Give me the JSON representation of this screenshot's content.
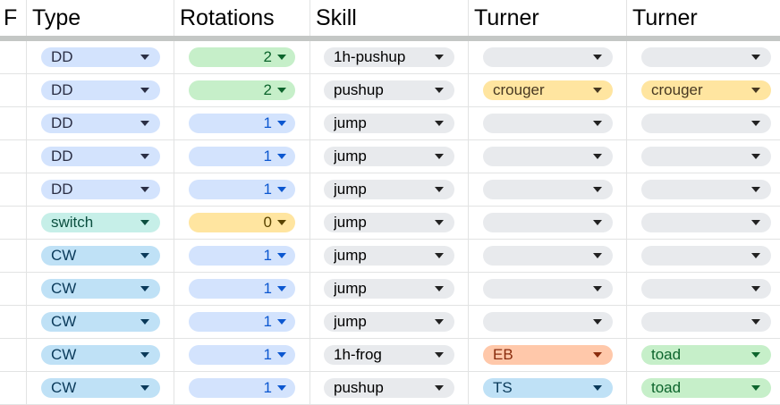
{
  "headers": [
    "F",
    "Type",
    "Rotations",
    "Skill",
    "Turner",
    "Turner"
  ],
  "colors": {
    "dd": "#d3e3fd",
    "cw": "#bfe1f6",
    "switch": "#c6efe8",
    "green": "#c6efc9",
    "yellow": "#ffe5a0",
    "orange": "#ffc8aa",
    "grey": "#e8eaed",
    "blue_text": "#0b57d0"
  },
  "rows": [
    {
      "type": "DD",
      "rotations": "2",
      "skill": "1h-pushup",
      "turner1": "",
      "turner2": ""
    },
    {
      "type": "DD",
      "rotations": "2",
      "skill": "pushup",
      "turner1": "crouger",
      "turner2": "crouger"
    },
    {
      "type": "DD",
      "rotations": "1",
      "skill": "jump",
      "turner1": "",
      "turner2": ""
    },
    {
      "type": "DD",
      "rotations": "1",
      "skill": "jump",
      "turner1": "",
      "turner2": ""
    },
    {
      "type": "DD",
      "rotations": "1",
      "skill": "jump",
      "turner1": "",
      "turner2": ""
    },
    {
      "type": "switch",
      "rotations": "0",
      "skill": "jump",
      "turner1": "",
      "turner2": ""
    },
    {
      "type": "CW",
      "rotations": "1",
      "skill": "jump",
      "turner1": "",
      "turner2": ""
    },
    {
      "type": "CW",
      "rotations": "1",
      "skill": "jump",
      "turner1": "",
      "turner2": ""
    },
    {
      "type": "CW",
      "rotations": "1",
      "skill": "jump",
      "turner1": "",
      "turner2": ""
    },
    {
      "type": "CW",
      "rotations": "1",
      "skill": "1h-frog",
      "turner1": "EB",
      "turner2": "toad"
    },
    {
      "type": "CW",
      "rotations": "1",
      "skill": "pushup",
      "turner1": "TS",
      "turner2": "toad"
    }
  ]
}
